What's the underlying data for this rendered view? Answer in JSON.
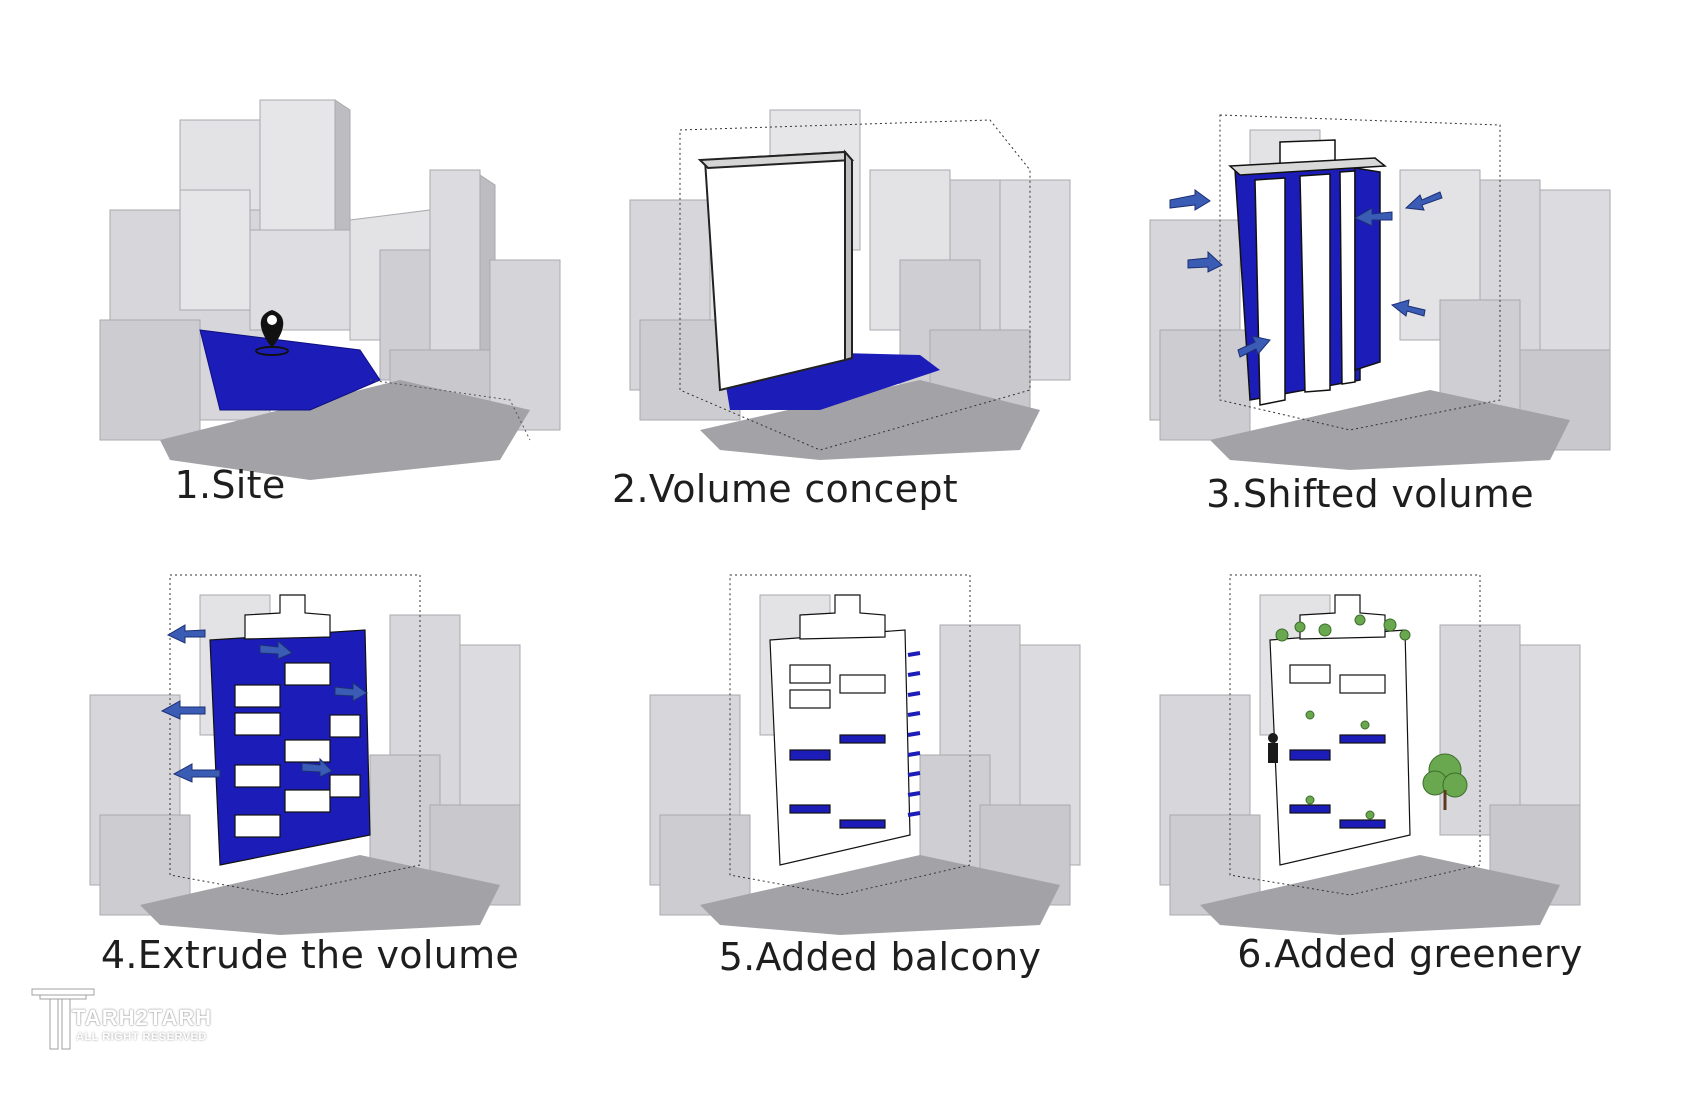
{
  "steps": [
    {
      "label": "1.Site"
    },
    {
      "label": "2.Volume concept"
    },
    {
      "label": "3.Shifted volume"
    },
    {
      "label": "4.Extrude the volume"
    },
    {
      "label": "5.Added balcony"
    },
    {
      "label": "6.Added greenery"
    }
  ],
  "watermark": {
    "brand": "TARH2TARH",
    "sub": "ALL RIGHT RESERVED"
  },
  "colors": {
    "site": "#1c1cb8",
    "block_front": "#dcdce0",
    "block_side": "#bdbdc3",
    "block_top": "#ececee",
    "ground": "#9a9a9e",
    "arrow": "#3a5cb5",
    "greenery": "#6aa84f",
    "tower": "#ffffff"
  },
  "icons": [
    "location-pin-icon",
    "arrow-icon",
    "tree-icon"
  ]
}
